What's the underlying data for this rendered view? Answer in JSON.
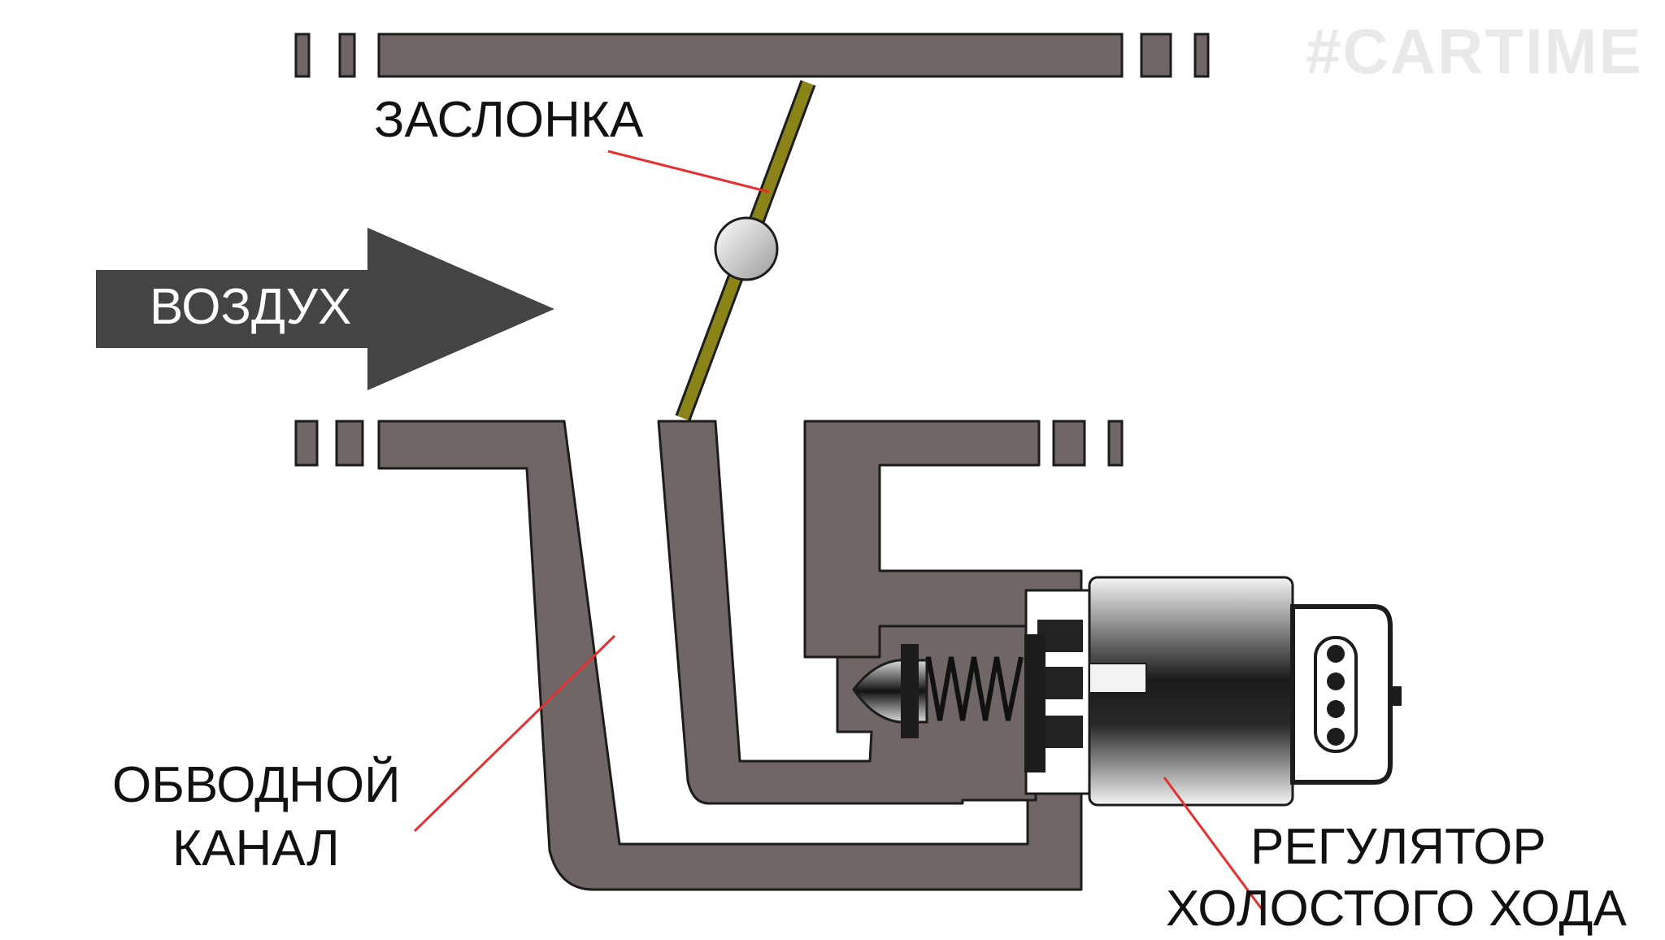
{
  "watermark": "#CARTIME",
  "labels": {
    "air": "ВОЗДУХ",
    "throttle": "ЗАСЛОНКА",
    "bypass_line1": "ОБВОДНОЙ",
    "bypass_line2": "КАНАЛ",
    "iac_line1": "РЕГУЛЯТОР",
    "iac_line2": "ХОЛОСТОГО ХОДА"
  },
  "colors": {
    "channel": "#716666",
    "arrow": "#444444",
    "throttle_plate": "#8a8418",
    "leader_line": "#e53030",
    "watermark": "#e9e9e9"
  },
  "icons": {
    "air_arrow": "right-arrow",
    "throttle_pivot": "circle-pivot",
    "iac_connector": "connector-pins"
  }
}
